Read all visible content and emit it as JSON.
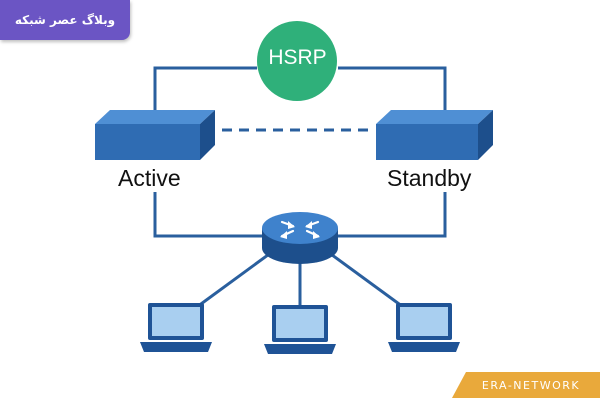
{
  "brand": {
    "top_badge": "وبلاگ عصر شبکه",
    "bottom_badge": "ERA-NETWORK"
  },
  "diagram": {
    "protocol_label": "HSRP",
    "switch_left_label": "Active",
    "switch_right_label": "Standby"
  },
  "colors": {
    "switch_blue": "#2f6cb3",
    "link_blue": "#2a5f9e",
    "hsrp_green": "#2fb07a",
    "badge_purple": "#6b55c4",
    "badge_orange": "#e9a93b"
  },
  "icons": [
    "switch-icon",
    "router-icon",
    "laptop-icon"
  ]
}
